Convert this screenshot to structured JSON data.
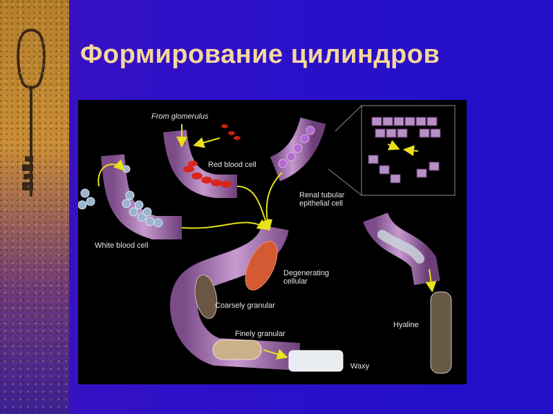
{
  "slide": {
    "title": "Формирование цилиндров"
  },
  "diagram": {
    "labels": {
      "from_glomerulus": "From glomerulus",
      "red_blood_cell": "Red blood cell",
      "renal_tubular_epithelial_cell": "Renal tubular\nepithelial cell",
      "white_blood_cell": "White blood cell",
      "degenerating_cellular": "Degenerating\ncellular",
      "coarsely_granular": "Coarsely granular",
      "finely_granular": "Finely granular",
      "waxy": "Waxy",
      "hyaline": "Hyaline"
    }
  },
  "colors": {
    "background": "#2a10c8",
    "title": "#f6d79a",
    "tube": "#b07ab8",
    "arrow": "#e8e21a",
    "rbc": "#d8261a"
  }
}
